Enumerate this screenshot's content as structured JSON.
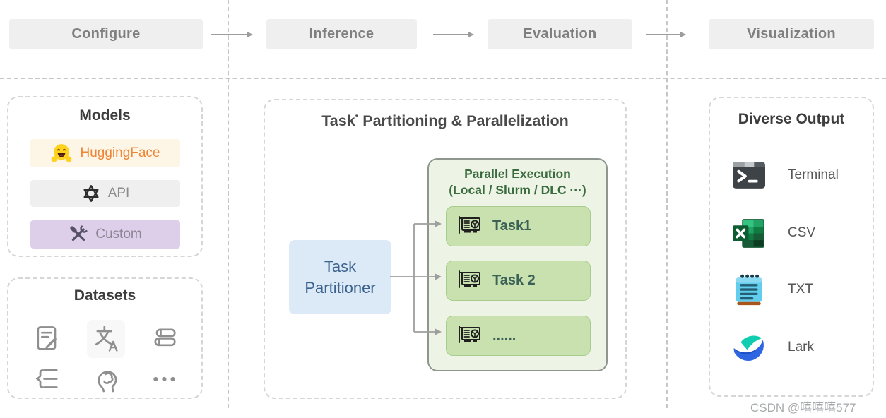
{
  "pipeline": {
    "stages": [
      {
        "label": "Configure"
      },
      {
        "label": "Inference"
      },
      {
        "label": "Evaluation"
      },
      {
        "label": "Visualization"
      }
    ]
  },
  "models": {
    "title": "Models",
    "items": [
      {
        "label": "HuggingFace",
        "icon": "hugging-face-icon",
        "bg": "#fdf6e7",
        "color": "#ee8536"
      },
      {
        "label": "API",
        "icon": "openai-icon",
        "bg": "#efefef",
        "color": "#8c8c8c"
      },
      {
        "label": "Custom",
        "icon": "tools-icon",
        "bg": "#ddcfe9",
        "color": "#8d8595"
      }
    ]
  },
  "datasets": {
    "title": "Datasets",
    "icons": [
      "exam-paper-icon",
      "translation-icon",
      "books-icon",
      "outline-tree-icon",
      "knowledge-head-icon",
      "ellipsis-icon"
    ]
  },
  "partition": {
    "title_task": "Task",
    "title_sup": "*",
    "title_rest": " Partitioning & Parallelization",
    "partitioner": {
      "line1": "Task",
      "line2": "Partitioner"
    },
    "parallel": {
      "line1": "Parallel Execution",
      "line2": "(Local / Slurm / DLC ···)"
    },
    "tasks": [
      {
        "label": "Task1",
        "icon": "gpu-icon"
      },
      {
        "label": "Task 2",
        "icon": "gpu-icon"
      },
      {
        "label": "......",
        "icon": "gpu-icon"
      }
    ]
  },
  "output": {
    "title": "Diverse Output",
    "items": [
      {
        "label": "Terminal",
        "icon": "terminal-icon"
      },
      {
        "label": "CSV",
        "icon": "excel-icon"
      },
      {
        "label": "TXT",
        "icon": "notepad-icon"
      },
      {
        "label": "Lark",
        "icon": "lark-icon"
      }
    ]
  },
  "watermark": "CSDN @嘻嘻嘻577",
  "colors": {
    "stage_bg": "#efefef",
    "stage_text": "#7f7f7f",
    "hf_bg": "#fdf6e7",
    "hf_text": "#ee8536",
    "custom_bg": "#ddcfe9",
    "partitioner_bg": "#dce9f6",
    "partitioner_text": "#3a628c",
    "parallel_bg": "#eef4e5",
    "parallel_title": "#3a6b3f",
    "task_bg": "#c9e1ae",
    "task_border": "#a6cd8d",
    "task_text": "#3c6257",
    "arrow": "#9c9c9c",
    "dashed_line": "#c6c6c6"
  }
}
